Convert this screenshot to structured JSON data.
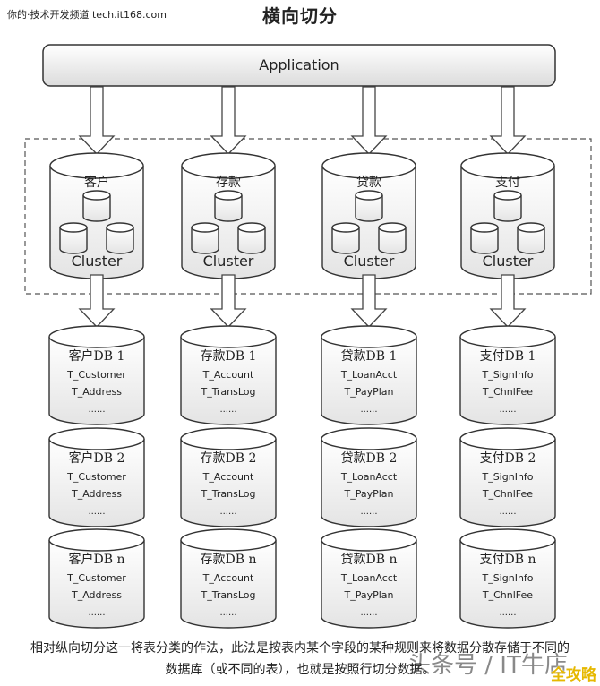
{
  "watermark": "你的·技术开发频道 tech.it168.com",
  "title": "横向切分",
  "application_label": "Application",
  "cluster_label": "Cluster",
  "ellipsis": "......",
  "business_lines": [
    {
      "name": "客户",
      "tables": [
        "T_Customer",
        "T_Address"
      ],
      "shards": [
        "客户DB 1",
        "客户DB 2",
        "客户DB n"
      ]
    },
    {
      "name": "存款",
      "tables": [
        "T_Account",
        "T_TransLog"
      ],
      "shards": [
        "存款DB 1",
        "存款DB 2",
        "存款DB n"
      ]
    },
    {
      "name": "贷款",
      "tables": [
        "T_LoanAcct",
        "T_PayPlan"
      ],
      "shards": [
        "贷款DB 1",
        "贷款DB 2",
        "贷款DB n"
      ]
    },
    {
      "name": "支付",
      "tables": [
        "T_SignInfo",
        "T_ChnlFee"
      ],
      "shards": [
        "支付DB 1",
        "支付DB 2",
        "支付DB n"
      ]
    }
  ],
  "caption": "相对纵向切分这一将表分类的作法，此法是按表内某个字段的某种规则来将数据分散存储于不同的数据库（或不同的表），也就是按照行切分数据。",
  "brand_overlay": "头条号 / IT牛店",
  "brand_badge": "全攻略",
  "colors": {
    "stroke": "#333333",
    "fill_top": "#ffffff",
    "fill_bottom": "#d9d9d9",
    "badge": "#e6b800"
  }
}
